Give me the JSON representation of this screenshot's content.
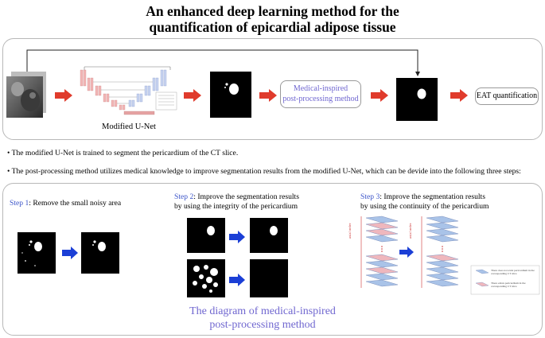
{
  "title_line1": "An enhanced deep learning method for the",
  "title_line2": "quantification of epicardial adipose tissue",
  "pipeline": {
    "unet_label": "Modified U-Net",
    "postproc_line1": "Medical-inspired",
    "postproc_line2": "post-processing method",
    "eat_label": "EAT quantification"
  },
  "bullets": [
    "The modified U-Net is trained to segment the pericardium of the CT slice.",
    "The post-processing method utilizes medical knowledge to improve segmentation results from the modified U-Net, which can be devide into the following three steps:"
  ],
  "bullet_symbol": "•",
  "steps": [
    {
      "head": "Step 1",
      "line1": ": Remove the small noisy area",
      "line2": ""
    },
    {
      "head": "Step 2",
      "line1": ": Improve the segmentation results",
      "line2": "by using the integrity of the pericardium"
    },
    {
      "head": "Step 3",
      "line1": ": Improve the segmentation results",
      "line2": "by using the continuity of the pericardium"
    }
  ],
  "axis_label": "axial order",
  "legend": [
    "There does not exist pericardium in the corresponding CT slice",
    "There exists pericardium in the corresponding CT slice"
  ],
  "diagram_caption_line1": "The diagram of medical-inspired",
  "diagram_caption_line2": "post-processing method",
  "colors": {
    "accent_blue": "#3b54c9",
    "caption_purple": "#7067d0",
    "red_arrow": "#e03b2c",
    "blue_arrow": "#1b3fd6",
    "slice_blue": "#a9c3e8",
    "slice_red": "#efb7bd"
  }
}
